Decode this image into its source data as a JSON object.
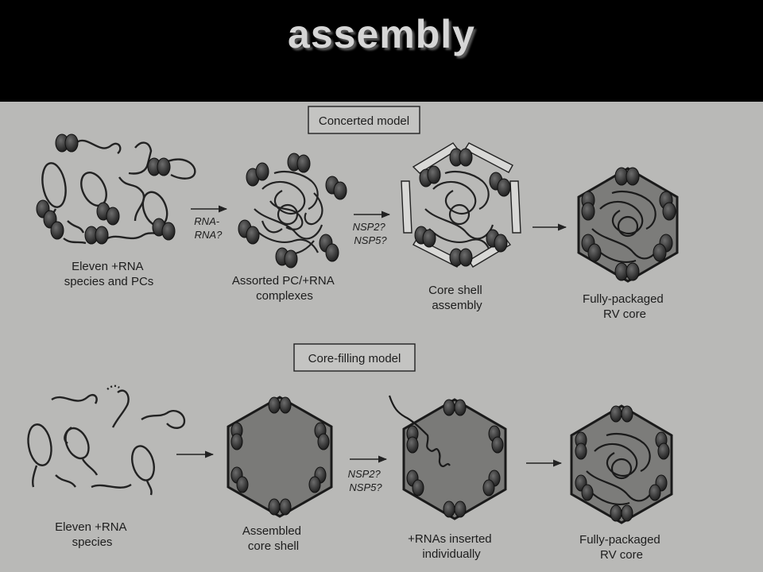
{
  "slide": {
    "title": "assembly"
  },
  "figure": {
    "concerted": {
      "heading": "Concerted model",
      "step1": [
        "Eleven +RNA",
        "species and PCs"
      ],
      "arrow1": [
        "RNA-",
        "RNA?"
      ],
      "step2": [
        "Assorted PC/+RNA",
        "complexes"
      ],
      "arrow2": [
        "NSP2?",
        "NSP5?"
      ],
      "step3": [
        "Core shell",
        "assembly"
      ],
      "step4": [
        "Fully-packaged",
        "RV core"
      ]
    },
    "corefilling": {
      "heading": "Core-filling model",
      "step1": [
        "Eleven +RNA",
        "species"
      ],
      "step2": [
        "Assembled",
        "core shell"
      ],
      "arrow2": [
        "NSP2?",
        "NSP5?"
      ],
      "step3": [
        "+RNAs inserted",
        "individually"
      ],
      "step4": [
        "Fully-packaged",
        "RV core"
      ]
    }
  }
}
